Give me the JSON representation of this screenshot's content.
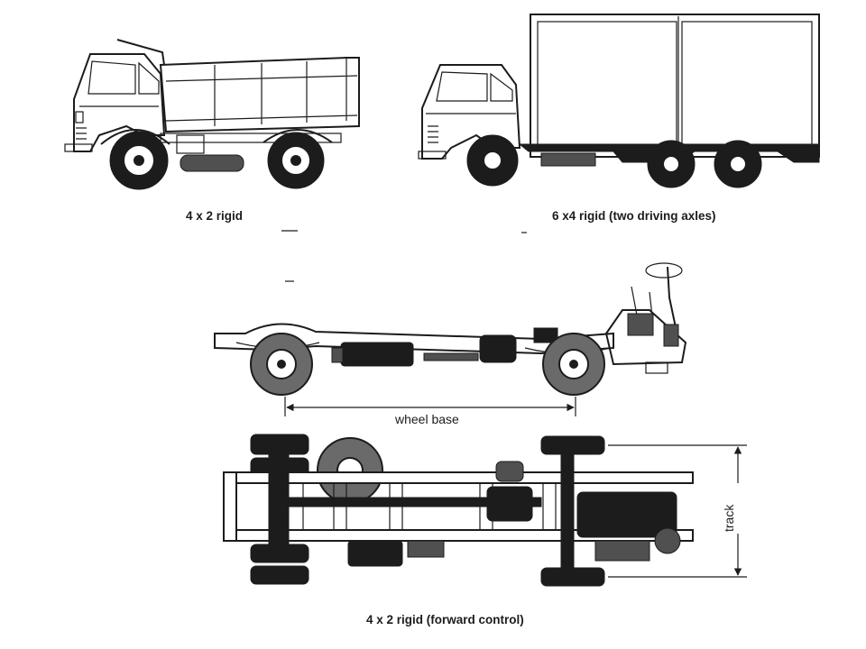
{
  "captions": {
    "truck_4x2": "4 x 2 rigid",
    "truck_6x4": "6 x4 rigid  (two driving axles)",
    "chassis": "4 x 2 rigid (forward control)"
  },
  "dimensions": {
    "wheel_base": "wheel base",
    "track": "track"
  }
}
